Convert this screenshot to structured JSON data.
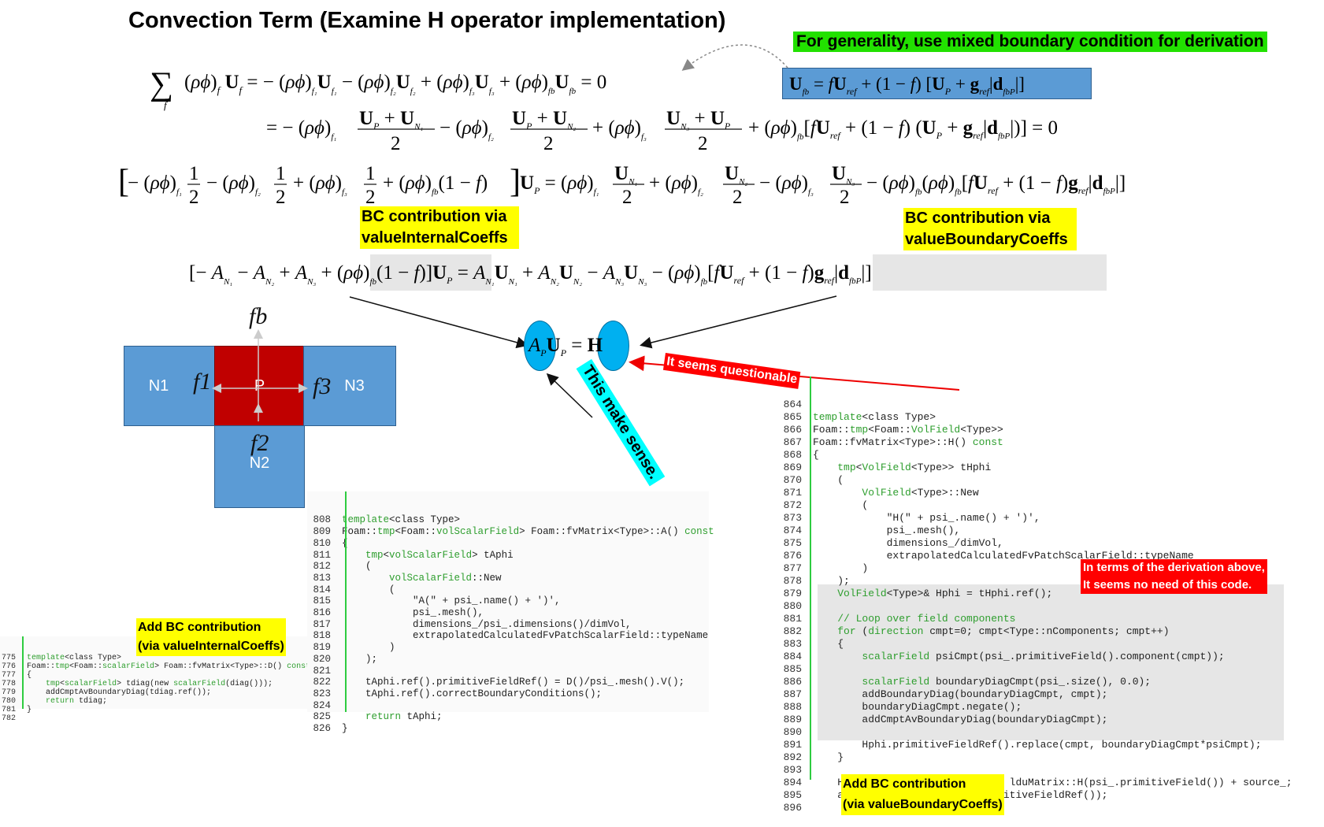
{
  "title": "Convection Term (Examine H operator implementation)",
  "note_mixed_bc": "For generality, use mixed boundary condition for derivation",
  "label_bc_internal": [
    "BC contribution via",
    "valueInternalCoeffs"
  ],
  "label_bc_boundary": [
    "BC contribution via",
    "valueBoundaryCoeffs"
  ],
  "label_questionable": "It seems questionable",
  "label_make_sense": "This make sense.",
  "label_no_need": [
    "In terms of the derivation above,",
    "It seems no need of this code."
  ],
  "label_add_bc_internal": [
    "Add BC contribution",
    "(via valueInternalCoeffs)"
  ],
  "label_add_bc_boundary": [
    "Add BC contribution",
    "(via valueBoundaryCoeffs)"
  ],
  "mesh": {
    "cells": [
      "N1",
      "P",
      "N3",
      "N2"
    ],
    "faces": [
      "f1",
      "f2",
      "f3",
      "fb"
    ]
  },
  "oval_left": "A_P",
  "oval_right": "H",
  "code_small": {
    "lines": [
      "775",
      "776",
      "777",
      "778",
      "779",
      "780",
      "781",
      "782"
    ],
    "text": [
      "template<class Type>",
      "Foam::tmp<Foam::scalarField> Foam::fvMatrix<Type>::D() const",
      "{",
      "    tmp<scalarField> tdiag(new scalarField(diag()));",
      "    addCmptAvBoundaryDiag(tdiag.ref());",
      "    return tdiag;",
      "}",
      ""
    ]
  },
  "code_A": {
    "lines": [
      "808",
      "809",
      "810",
      "811",
      "812",
      "813",
      "814",
      "815",
      "816",
      "817",
      "818",
      "819",
      "820",
      "821",
      "822",
      "823",
      "824",
      "825",
      "826"
    ],
    "text": [
      "template<class Type>",
      "Foam::tmp<Foam::volScalarField> Foam::fvMatrix<Type>::A() const",
      "{",
      "    tmp<volScalarField> tAphi",
      "    (",
      "        volScalarField::New",
      "        (",
      "            \"A(\" + psi_.name() + ')',",
      "            psi_.mesh(),",
      "            dimensions_/psi_.dimensions()/dimVol,",
      "            extrapolatedCalculatedFvPatchScalarField::typeName",
      "        )",
      "    );",
      "",
      "    tAphi.ref().primitiveFieldRef() = D()/psi_.mesh().V();",
      "    tAphi.ref().correctBoundaryConditions();",
      "",
      "    return tAphi;",
      "}"
    ]
  },
  "code_H": {
    "lines": [
      "864",
      "865",
      "866",
      "867",
      "868",
      "869",
      "870",
      "871",
      "872",
      "873",
      "874",
      "875",
      "876",
      "877",
      "878",
      "879",
      "880",
      "881",
      "882",
      "883",
      "884",
      "885",
      "886",
      "887",
      "888",
      "889",
      "890",
      "891",
      "892",
      "893",
      "894",
      "895",
      "896"
    ],
    "text": [
      "",
      "template<class Type>",
      "Foam::tmp<Foam::VolField<Type>>",
      "Foam::fvMatrix<Type>::H() const",
      "{",
      "    tmp<VolField<Type>> tHphi",
      "    (",
      "        VolField<Type>::New",
      "        (",
      "            \"H(\" + psi_.name() + ')',",
      "            psi_.mesh(),",
      "            dimensions_/dimVol,",
      "            extrapolatedCalculatedFvPatchScalarField::typeName",
      "        )",
      "    );",
      "    VolField<Type>& Hphi = tHphi.ref();",
      "",
      "    // Loop over field components",
      "    for (direction cmpt=0; cmpt<Type::nComponents; cmpt++)",
      "    {",
      "        scalarField psiCmpt(psi_.primitiveField().component(cmpt));",
      "",
      "        scalarField boundaryDiagCmpt(psi_.size(), 0.0);",
      "        addBoundaryDiag(boundaryDiagCmpt, cmpt);",
      "        boundaryDiagCmpt.negate();",
      "        addCmptAvBoundaryDiag(boundaryDiagCmpt);",
      "",
      "        Hphi.primitiveFieldRef().replace(cmpt, boundaryDiagCmpt*psiCmpt);",
      "    }",
      "",
      "    Hphi.primitiveFieldRef() += lduMatrix::H(psi_.primitiveField()) + source_;",
      "    addBoundarySource(Hphi.primitiveFieldRef());",
      ""
    ]
  }
}
